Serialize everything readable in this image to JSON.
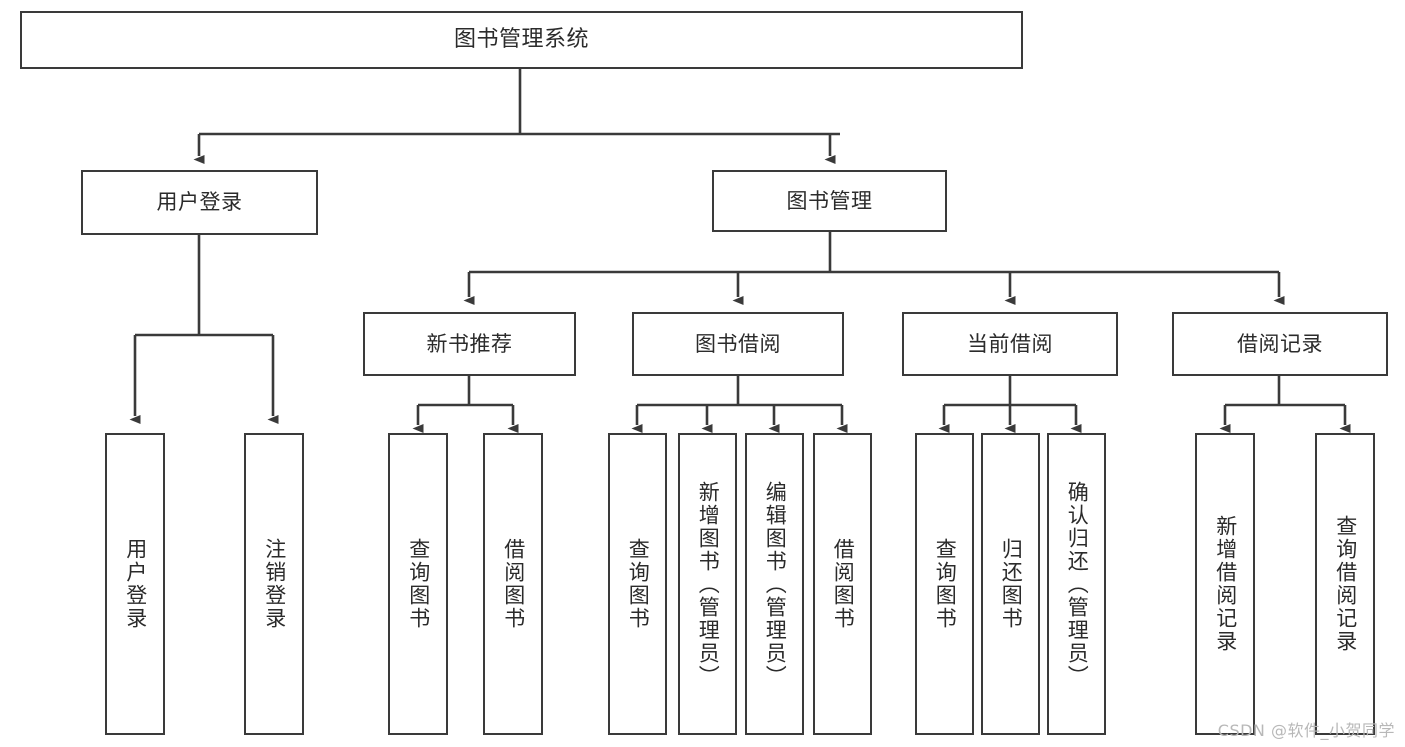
{
  "diagram": {
    "title": "图书管理系统",
    "type": "tree-hierarchy-chart",
    "watermark": "CSDN @软件_小贺同学",
    "colors": {
      "stroke": "#3a3a3a",
      "fill": "#ffffff",
      "text": "#2b2b2b",
      "watermark": "#b8b8b8"
    }
  },
  "nodes": {
    "root": {
      "label": "图书管理系统"
    },
    "level2": [
      {
        "id": "user-login",
        "label": "用户登录"
      },
      {
        "id": "book-manage",
        "label": "图书管理"
      }
    ],
    "level3": [
      {
        "id": "new-book-recommend",
        "label": "新书推荐"
      },
      {
        "id": "book-borrow",
        "label": "图书借阅"
      },
      {
        "id": "current-borrow",
        "label": "当前借阅"
      },
      {
        "id": "borrow-record",
        "label": "借阅记录"
      }
    ],
    "leaves": {
      "user_login": [
        {
          "id": "leaf-user-login",
          "label": "用户登录"
        },
        {
          "id": "leaf-logout-login",
          "label": "注销登录"
        }
      ],
      "new_book_recommend": [
        {
          "id": "leaf-query-book-1",
          "label": "查询图书"
        },
        {
          "id": "leaf-borrow-book-1",
          "label": "借阅图书"
        }
      ],
      "book_borrow": [
        {
          "id": "leaf-query-book-2",
          "label": "查询图书"
        },
        {
          "id": "leaf-add-book",
          "label": "新增图书（管理员）"
        },
        {
          "id": "leaf-edit-book",
          "label": "编辑图书（管理员）"
        },
        {
          "id": "leaf-borrow-book-2",
          "label": "借阅图书"
        }
      ],
      "current_borrow": [
        {
          "id": "leaf-query-book-3",
          "label": "查询图书"
        },
        {
          "id": "leaf-return-book",
          "label": "归还图书"
        },
        {
          "id": "leaf-confirm-return",
          "label": "确认归还（管理员）"
        }
      ],
      "borrow_record": [
        {
          "id": "leaf-add-record",
          "label": "新增借阅记录"
        },
        {
          "id": "leaf-query-record",
          "label": "查询借阅记录"
        }
      ]
    }
  }
}
